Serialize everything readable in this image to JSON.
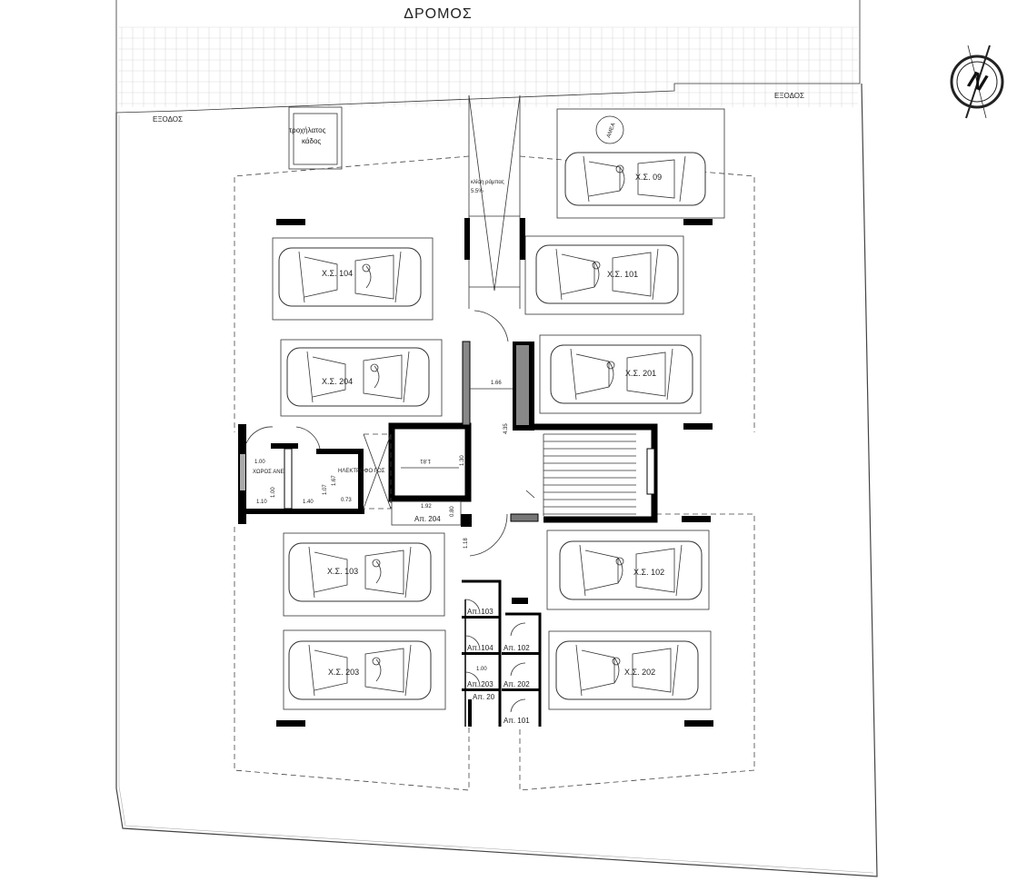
{
  "road_label": "ΔΡΟΜΟΣ",
  "exit_labels": [
    "ΕΞΟΔΟΣ",
    "ΕΞΟΔΟΣ"
  ],
  "bin_label": [
    "τροχήλατος",
    "κάδος"
  ],
  "ramp_label": [
    "κλίση ράμπας",
    "5.5%"
  ],
  "disabled_label": "ΑΜΕΑ",
  "north_label": "N",
  "parking_slots": [
    "Χ.Σ. 09",
    "Χ.Σ. 104",
    "Χ.Σ. 101",
    "Χ.Σ. 204",
    "Χ.Σ. 201",
    "Χ.Σ. 103",
    "Χ.Σ. 102",
    "Χ.Σ. 203",
    "Χ.Σ. 202"
  ],
  "rooms": [
    "ΧΩΡΟΣ ΑΝΕ",
    "ΗΛΕΚΤΡΟΦΟ ΓΟΣ"
  ],
  "dimensions": [
    "1.66",
    "4.35",
    "1.81",
    "1.30",
    "1.00",
    "1.67",
    "1.07",
    "1.10",
    "1.00",
    "1.40",
    "0.73",
    "1.92",
    "0.80",
    "1.18",
    "1.00"
  ],
  "apartment_storages": [
    "Απ. 204",
    "Απ. 103",
    "Απ. 104",
    "Απ. 102",
    "Απ. 203",
    "Απ. 202",
    "Απ. 20",
    "Απ. 101"
  ]
}
